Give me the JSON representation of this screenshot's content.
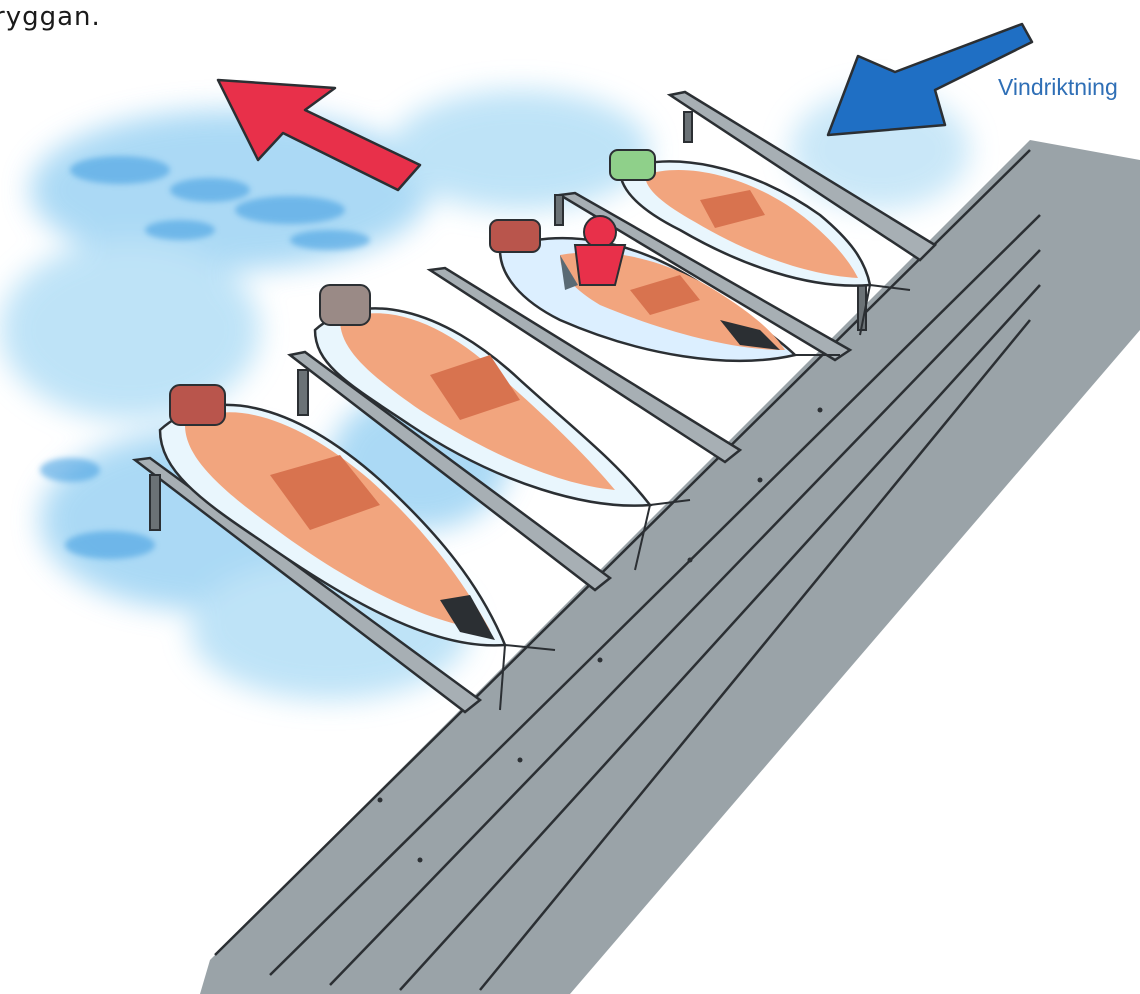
{
  "caption": {
    "fragment": "ryggan."
  },
  "labels": {
    "wind_direction": "Vindriktning"
  },
  "illustration": {
    "subject": "boats-moored-at-dock",
    "arrows": [
      {
        "name": "wind-arrow",
        "color": "#1f6fc4"
      },
      {
        "name": "drift-arrow",
        "color": "#e8304a"
      }
    ],
    "colors": {
      "water": "#7ec4ee",
      "dock": "#8e969c",
      "hull_interior": "#f2a57e",
      "seat": "#d8734f",
      "motor": "#b9554c"
    }
  }
}
